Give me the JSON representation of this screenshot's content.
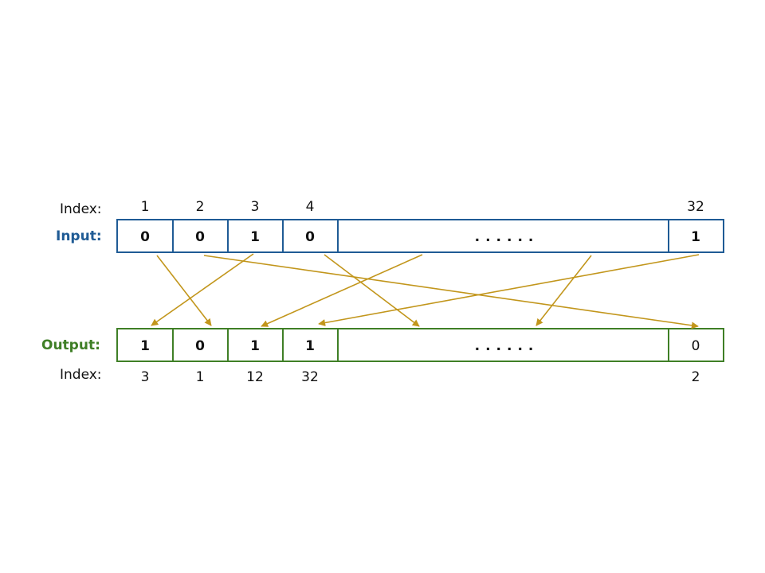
{
  "labels": {
    "index": "Index:",
    "input": "Input:",
    "output": "Output:"
  },
  "colors": {
    "input": "#1f5b95",
    "output": "#3f7f26",
    "arrow": "#c2961c"
  },
  "input": {
    "indices": [
      "1",
      "2",
      "3",
      "4",
      "32"
    ],
    "bits": [
      "0",
      "0",
      "1",
      "0",
      "1"
    ],
    "ellipsis": "......"
  },
  "output": {
    "indices": [
      "3",
      "1",
      "12",
      "32",
      "2"
    ],
    "bits": [
      "1",
      "0",
      "1",
      "1",
      "0"
    ],
    "ellipsis": "......"
  }
}
